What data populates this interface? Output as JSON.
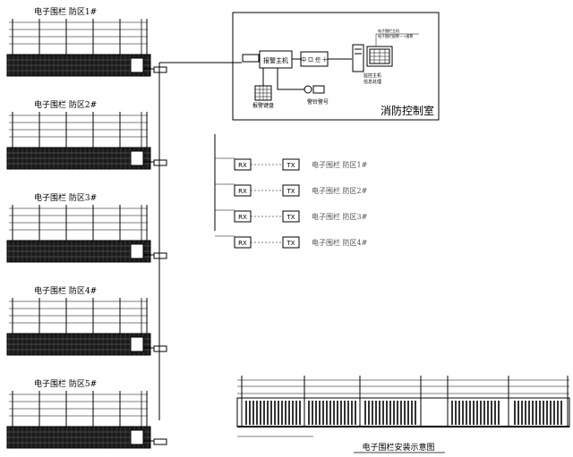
{
  "zones": [
    {
      "label": "电子围栏  防区1#"
    },
    {
      "label": "电子围栏  防区2#"
    },
    {
      "label": "电子围栏  防区3#"
    },
    {
      "label": "电子围栏  防区4#"
    },
    {
      "label": "电子围栏  防区5#"
    }
  ],
  "control_room": {
    "title": "消防控制室",
    "alarm_host": "报警主机",
    "signal_box": "中 口 控 十",
    "monitor_label_1": "监控主机",
    "monitor_label_2": "信息处理",
    "keyboard": "报警键盘",
    "siren": "警铃警号",
    "top_note_1": "电子围栏主机",
    "top_note_2": "电子围栏报警—→报警"
  },
  "receivers": [
    {
      "rx": "RX",
      "tx": "TX",
      "zone_text": "电子围栏  防区1#"
    },
    {
      "rx": "RX",
      "tx": "TX",
      "zone_text": "电子围栏  防区2#"
    },
    {
      "rx": "RX",
      "tx": "TX",
      "zone_text": "电子围栏  防区3#"
    },
    {
      "rx": "RX",
      "tx": "TX",
      "zone_text": "电子围栏  防区4#"
    }
  ],
  "install": {
    "title": "电子围栏安装示意图"
  }
}
